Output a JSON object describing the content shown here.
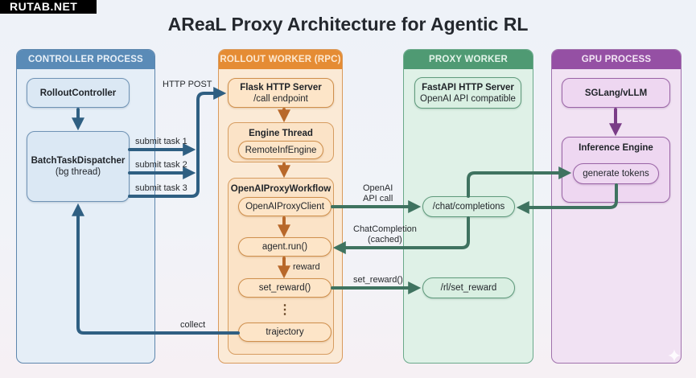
{
  "watermark": "RUTAB.NET",
  "title": "AReaL Proxy Architecture for Agentic RL",
  "colors": {
    "controller": "#5a8bb7",
    "rollout": "#e58c34",
    "proxy": "#4f9a73",
    "gpu": "#9550a4",
    "blue_arrow": "#2f5f82",
    "orange_arrow": "#b8682a",
    "green_arrow": "#3f7360",
    "purple_arrow": "#7a3d87"
  },
  "lanes": {
    "controller": {
      "header": "CONTROLLER PROCESS",
      "nodes": {
        "rollout_controller": "RolloutController",
        "dispatcher_title": "BatchTaskDispatcher",
        "dispatcher_sub": "(bg thread)"
      }
    },
    "rollout": {
      "header": "ROLLOUT WORKER (RPC)",
      "nodes": {
        "flask_title": "Flask HTTP Server",
        "flask_sub": "/call endpoint",
        "engine_thread": "Engine Thread",
        "remote_engine": "RemoteInfEngine",
        "workflow": "OpenAIProxyWorkflow",
        "proxy_client": "OpenAIProxyClient",
        "agent_run": "agent.run()",
        "set_reward": "set_reward()",
        "ellipsis": "⋮",
        "trajectory": "trajectory"
      }
    },
    "proxy": {
      "header": "PROXY WORKER",
      "nodes": {
        "fastapi_title": "FastAPI HTTP Server",
        "fastapi_sub": "OpenAI API compatible",
        "chat_completions": "/chat/completions",
        "rl_set_reward": "/rl/set_reward"
      }
    },
    "gpu": {
      "header": "GPU PROCESS",
      "nodes": {
        "sglang": "SGLang/vLLM",
        "inference_engine": "Inference Engine",
        "generate_tokens": "generate tokens"
      }
    }
  },
  "edge_labels": {
    "http_post": "HTTP POST",
    "submit_task_1": "submit task 1",
    "submit_task_2": "submit task 2",
    "submit_task_3": "submit task 3",
    "openai_api_call_1": "OpenAI",
    "openai_api_call_2": "API call",
    "chat_completion_1": "ChatCompletion",
    "chat_completion_2": "(cached)",
    "reward": "reward",
    "set_reward_call": "set_reward()",
    "collect": "collect"
  }
}
